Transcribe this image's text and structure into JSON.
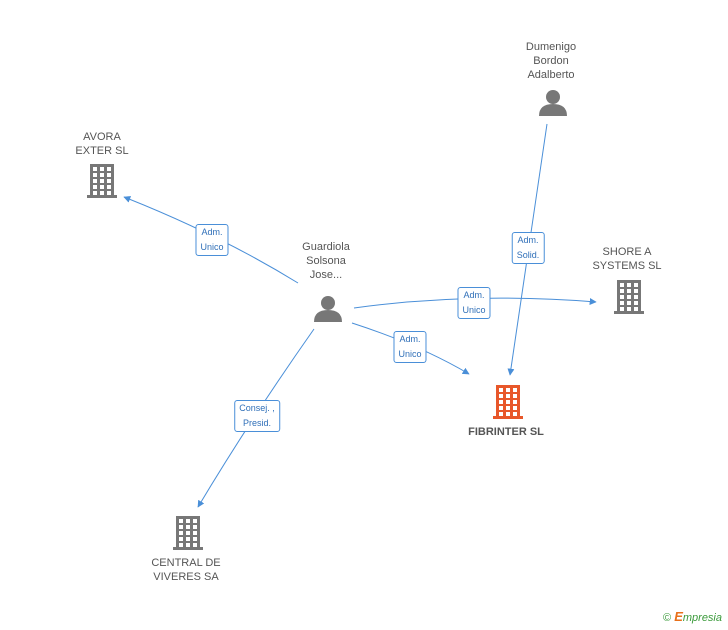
{
  "colors": {
    "edge": "#4a8fd8",
    "company": "#777777",
    "company_main": "#e8572a",
    "person": "#777777"
  },
  "nodes": {
    "dumenigo": {
      "type": "person",
      "label_lines": [
        "Dumenigo",
        "Bordon",
        "Adalberto"
      ]
    },
    "avora": {
      "type": "company",
      "label_lines": [
        "AVORA",
        "EXTER SL"
      ]
    },
    "guardiola": {
      "type": "person",
      "label_lines": [
        "Guardiola",
        "Solsona",
        "Jose..."
      ]
    },
    "shore": {
      "type": "company",
      "label_lines": [
        "SHORE A",
        "SYSTEMS SL"
      ]
    },
    "fibrinter": {
      "type": "company",
      "main": true,
      "label_lines": [
        "FIBRINTER SL"
      ]
    },
    "central": {
      "type": "company",
      "label_lines": [
        "CENTRAL DE",
        "VIVERES SA"
      ]
    }
  },
  "edges": [
    {
      "id": "guardiola-avora",
      "from": "guardiola",
      "to": "avora",
      "label_lines": [
        "Adm.",
        "Unico"
      ]
    },
    {
      "id": "guardiola-shore",
      "from": "guardiola",
      "to": "shore",
      "label_lines": [
        "Adm.",
        "Unico"
      ]
    },
    {
      "id": "guardiola-fibrinter",
      "from": "guardiola",
      "to": "fibrinter",
      "label_lines": [
        "Adm.",
        "Unico"
      ]
    },
    {
      "id": "guardiola-central",
      "from": "guardiola",
      "to": "central",
      "label_lines": [
        "Consej. ,",
        "Presid."
      ]
    },
    {
      "id": "dumenigo-fibrinter",
      "from": "dumenigo",
      "to": "fibrinter",
      "label_lines": [
        "Adm.",
        "Solid."
      ]
    }
  ],
  "footer": {
    "copyright": "©",
    "brand_initial": "E",
    "brand_rest": "mpresia"
  }
}
